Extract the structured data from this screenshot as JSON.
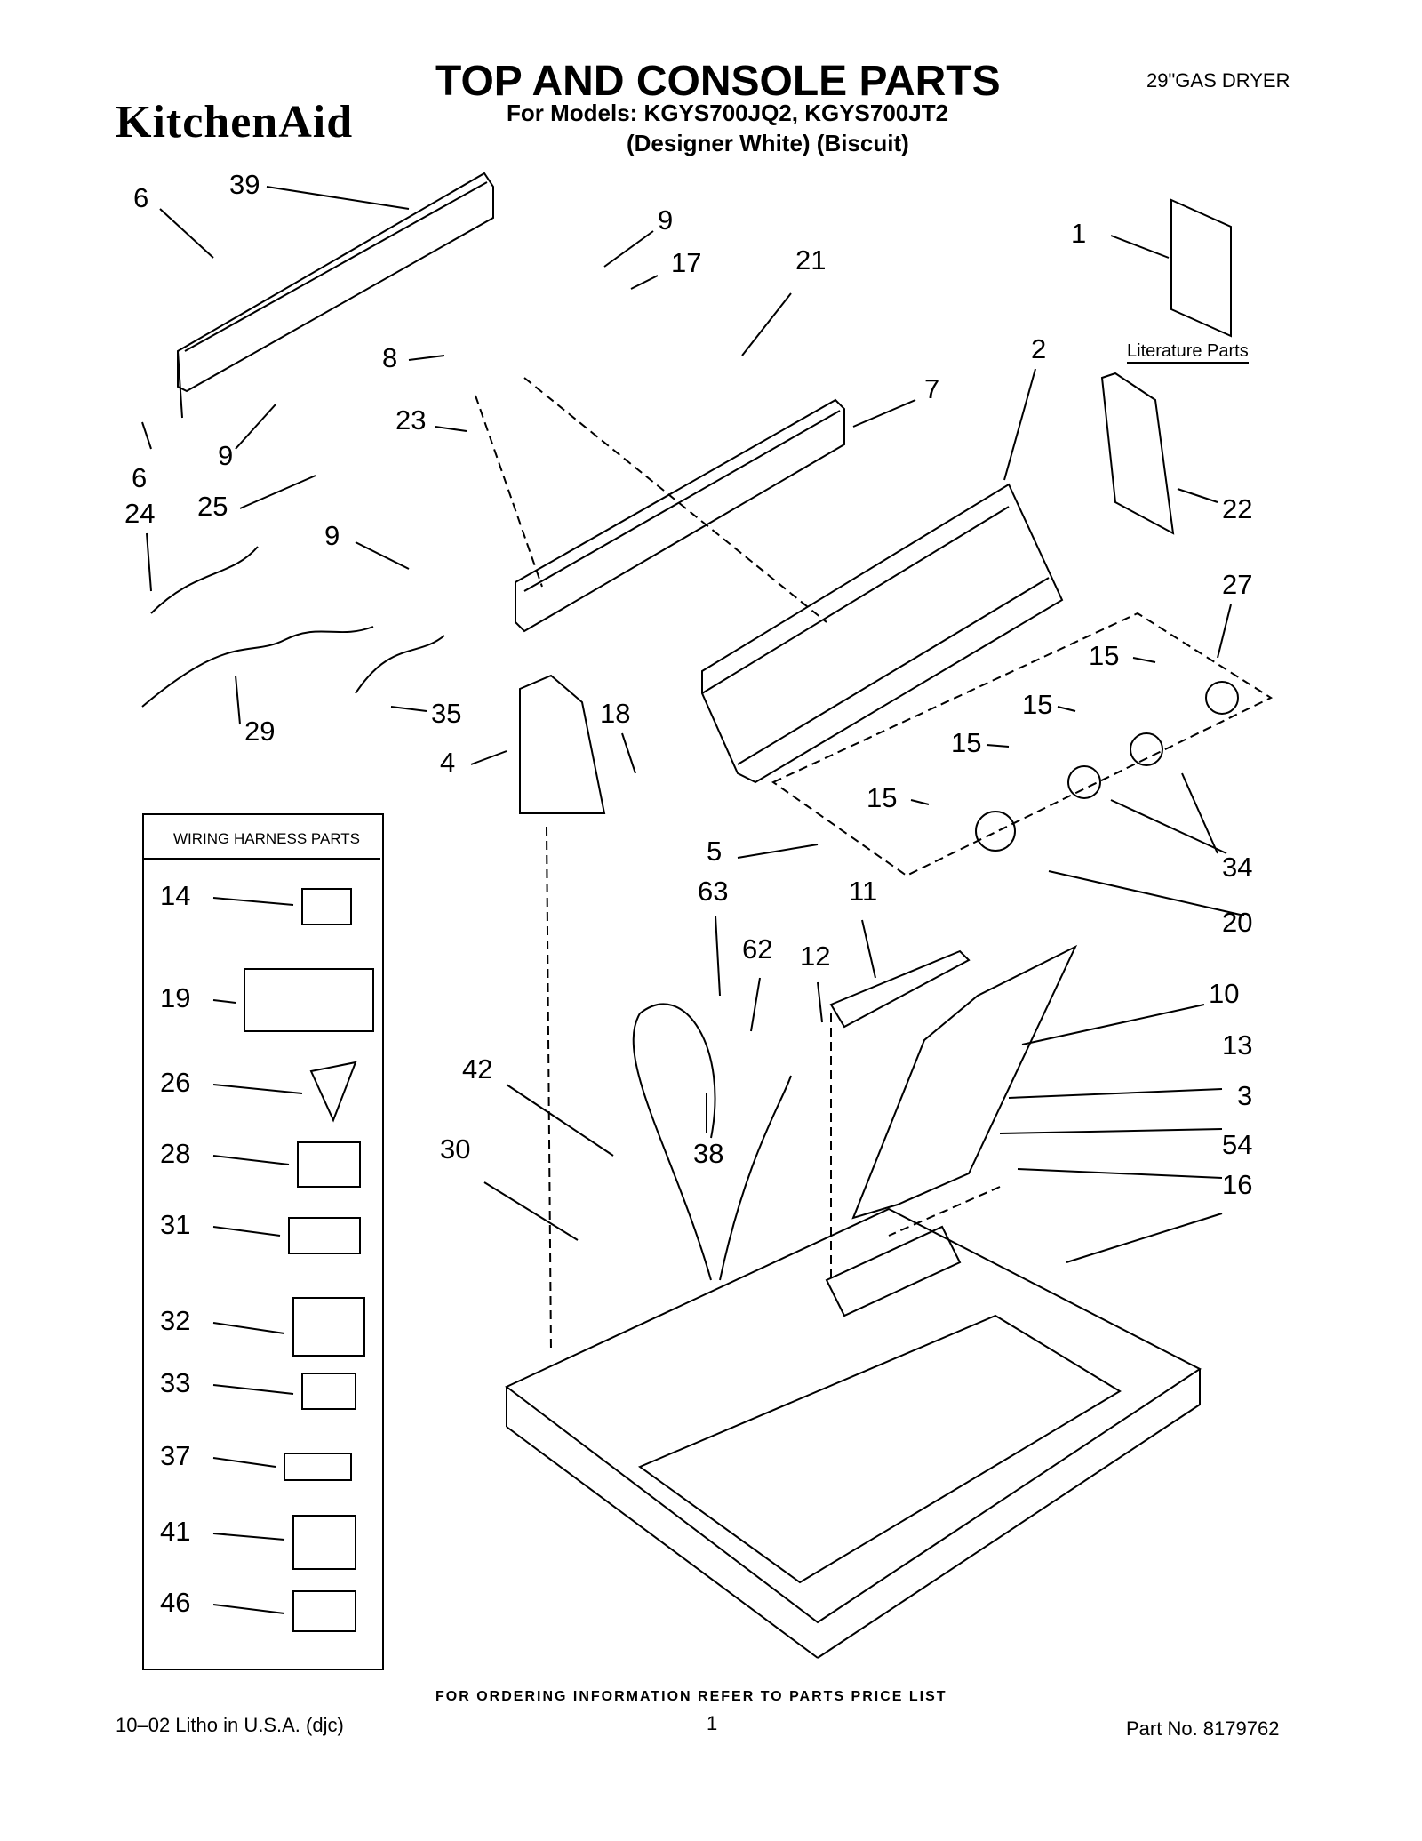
{
  "header": {
    "brand": "KitchenAid",
    "title": "TOP AND CONSOLE PARTS",
    "models": "For Models: KGYS700JQ2, KGYS700JT2",
    "variants": "(Designer White)   (Biscuit)",
    "product": "29\"GAS DRYER"
  },
  "literature_label": "Literature Parts",
  "harness": {
    "title": "WIRING HARNESS PARTS",
    "items": [
      "14",
      "19",
      "26",
      "28",
      "31",
      "32",
      "33",
      "37",
      "41",
      "46"
    ]
  },
  "callouts": {
    "c6a": "6",
    "c39": "39",
    "c9a": "9",
    "c17": "17",
    "c21": "21",
    "c1": "1",
    "c8": "8",
    "c2": "2",
    "c7": "7",
    "c23": "23",
    "c9b": "9",
    "c6b": "6",
    "c25": "25",
    "c24": "24",
    "c22": "22",
    "c9c": "9",
    "c27": "27",
    "c15a": "15",
    "c15b": "15",
    "c15c": "15",
    "c15d": "15",
    "c29": "29",
    "c35": "35",
    "c18": "18",
    "c4": "4",
    "c5": "5",
    "c34": "34",
    "c20": "20",
    "c63": "63",
    "c11": "11",
    "c62": "62",
    "c12": "12",
    "c10": "10",
    "c42": "42",
    "c13": "13",
    "c3": "3",
    "c38": "38",
    "c30": "30",
    "c54": "54",
    "c16": "16"
  },
  "footer": {
    "order_note": "FOR ORDERING INFORMATION REFER TO PARTS PRICE LIST",
    "litho": "10–02 Litho in U.S.A. (djc)",
    "page": "1",
    "part_no": "Part No. 8179762"
  }
}
